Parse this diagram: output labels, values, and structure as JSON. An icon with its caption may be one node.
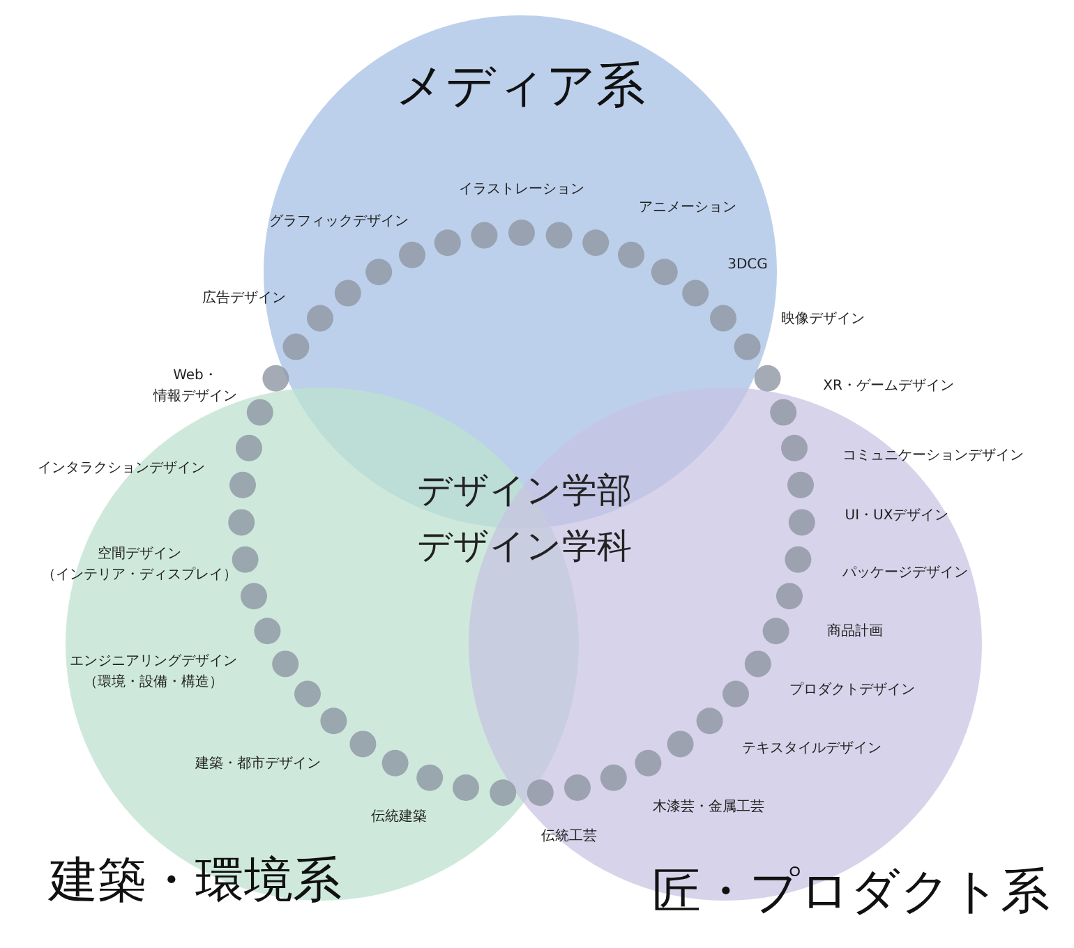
{
  "diagram": {
    "nodes": [
      {
        "text": [
          "メディア系"
        ]
      },
      {
        "text": [
          "建築・環境系"
        ]
      },
      {
        "text": [
          "匠・プロダクト系"
        ]
      }
    ],
    "labels": [
      "イラストレーション",
      "アニメーション",
      "グラフィックデザイン",
      "3DCG",
      "広告デザイン",
      "映像デザイン",
      "Web・情報デザイン",
      "XR・ゲームデザイン",
      "インタラクションデザイン",
      "コミュニケーションデザイン",
      "デザイン学部",
      "UI・UXデザイン",
      "デザイン学科",
      "空間デザイン（インテリア・ディスプレイ）",
      "パッケージデザイン",
      "商品計画",
      "エンジニアリングデザイン（環境・設備・構造）",
      "プロダクトデザイン",
      "テキスタイルデザイン",
      "建築・都市デザイン",
      "木漆芸・金属工芸",
      "伝統建築",
      "伝統工芸"
    ]
  }
}
